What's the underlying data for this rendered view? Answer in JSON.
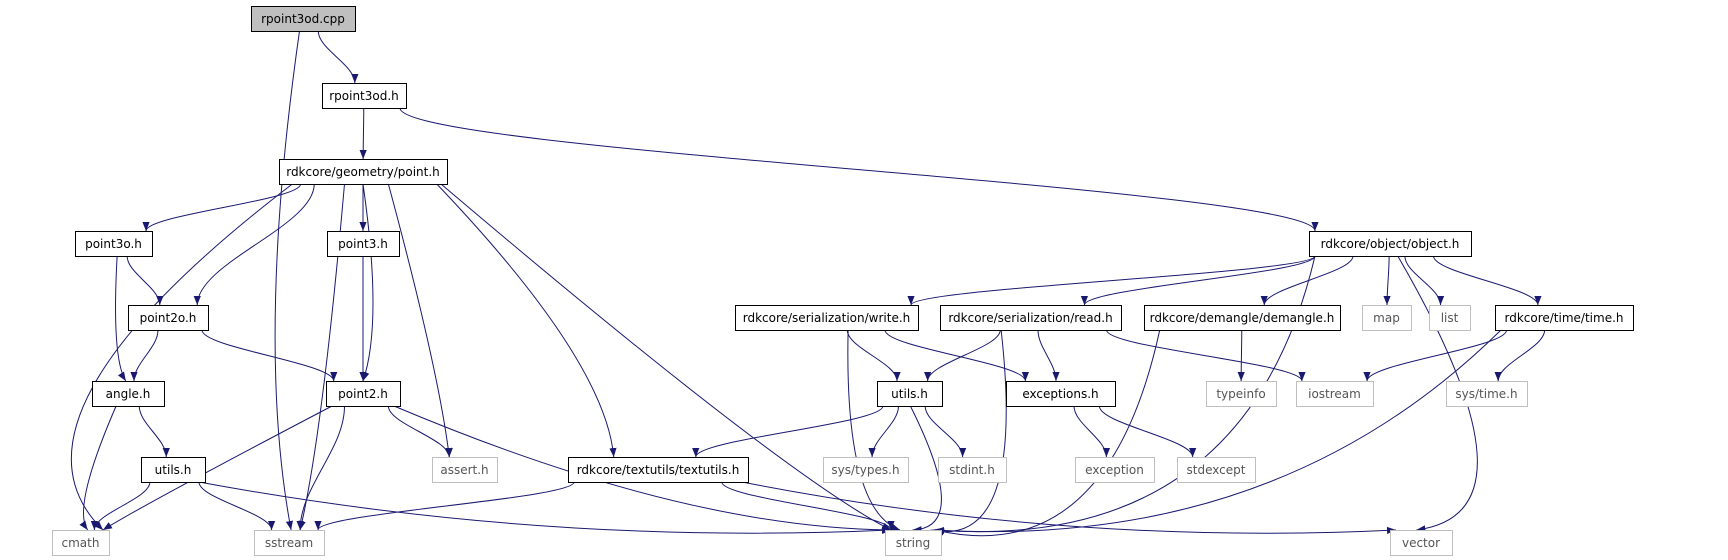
{
  "colors": {
    "edge": "#191970",
    "box_border_internal": "#000000",
    "box_border_external": "#bfbfbf",
    "root_fill": "#bfbfbf",
    "text_internal": "#000000",
    "text_external": "#555555"
  },
  "nodes": [
    {
      "id": "rpoint3od_cpp",
      "label": "rpoint3od.cpp",
      "kind": "root"
    },
    {
      "id": "rpoint3od_h",
      "label": "rpoint3od.h",
      "kind": "internal"
    },
    {
      "id": "point_h",
      "label": "rdkcore/geometry/point.h",
      "kind": "internal"
    },
    {
      "id": "object_h",
      "label": "rdkcore/object/object.h",
      "kind": "internal"
    },
    {
      "id": "point3o_h",
      "label": "point3o.h",
      "kind": "internal"
    },
    {
      "id": "point3_h",
      "label": "point3.h",
      "kind": "internal"
    },
    {
      "id": "point2o_h",
      "label": "point2o.h",
      "kind": "internal"
    },
    {
      "id": "angle_h",
      "label": "angle.h",
      "kind": "internal"
    },
    {
      "id": "point2_h",
      "label": "point2.h",
      "kind": "internal"
    },
    {
      "id": "utils_h_l",
      "label": "utils.h",
      "kind": "internal"
    },
    {
      "id": "assert_h",
      "label": "assert.h",
      "kind": "external"
    },
    {
      "id": "cmath",
      "label": "cmath",
      "kind": "external"
    },
    {
      "id": "sstream",
      "label": "sstream",
      "kind": "external"
    },
    {
      "id": "textutils_h",
      "label": "rdkcore/textutils/textutils.h",
      "kind": "internal"
    },
    {
      "id": "string",
      "label": "string",
      "kind": "external"
    },
    {
      "id": "write_h",
      "label": "rdkcore/serialization/write.h",
      "kind": "internal"
    },
    {
      "id": "read_h",
      "label": "rdkcore/serialization/read.h",
      "kind": "internal"
    },
    {
      "id": "demangle_h",
      "label": "rdkcore/demangle/demangle.h",
      "kind": "internal"
    },
    {
      "id": "map",
      "label": "map",
      "kind": "external"
    },
    {
      "id": "list",
      "label": "list",
      "kind": "external"
    },
    {
      "id": "time_h",
      "label": "rdkcore/time/time.h",
      "kind": "internal"
    },
    {
      "id": "utils_h_m",
      "label": "utils.h",
      "kind": "internal"
    },
    {
      "id": "exceptions_h",
      "label": "exceptions.h",
      "kind": "internal"
    },
    {
      "id": "typeinfo",
      "label": "typeinfo",
      "kind": "external"
    },
    {
      "id": "iostream",
      "label": "iostream",
      "kind": "external"
    },
    {
      "id": "sys_time_h",
      "label": "sys/time.h",
      "kind": "external"
    },
    {
      "id": "sys_types_h",
      "label": "sys/types.h",
      "kind": "external"
    },
    {
      "id": "stdint_h",
      "label": "stdint.h",
      "kind": "external"
    },
    {
      "id": "exception",
      "label": "exception",
      "kind": "external"
    },
    {
      "id": "stdexcept",
      "label": "stdexcept",
      "kind": "external"
    },
    {
      "id": "vector",
      "label": "vector",
      "kind": "external"
    }
  ],
  "edges": [
    [
      "rpoint3od_cpp",
      "rpoint3od_h"
    ],
    [
      "rpoint3od_cpp",
      "sstream"
    ],
    [
      "rpoint3od_h",
      "point_h"
    ],
    [
      "rpoint3od_h",
      "object_h"
    ],
    [
      "point_h",
      "point3o_h"
    ],
    [
      "point_h",
      "point3_h"
    ],
    [
      "point_h",
      "point2o_h"
    ],
    [
      "point_h",
      "point2_h"
    ],
    [
      "point_h",
      "assert_h"
    ],
    [
      "point_h",
      "cmath"
    ],
    [
      "point_h",
      "sstream"
    ],
    [
      "point_h",
      "string"
    ],
    [
      "point_h",
      "textutils_h"
    ],
    [
      "point3o_h",
      "point2o_h"
    ],
    [
      "point3o_h",
      "angle_h"
    ],
    [
      "point3_h",
      "point2_h"
    ],
    [
      "point2o_h",
      "angle_h"
    ],
    [
      "point2o_h",
      "point2_h"
    ],
    [
      "angle_h",
      "utils_h_l"
    ],
    [
      "angle_h",
      "cmath"
    ],
    [
      "point2_h",
      "assert_h"
    ],
    [
      "point2_h",
      "cmath"
    ],
    [
      "point2_h",
      "sstream"
    ],
    [
      "point2_h",
      "string"
    ],
    [
      "utils_h_l",
      "cmath"
    ],
    [
      "utils_h_l",
      "sstream"
    ],
    [
      "utils_h_l",
      "string"
    ],
    [
      "textutils_h",
      "sstream"
    ],
    [
      "textutils_h",
      "string"
    ],
    [
      "textutils_h",
      "vector"
    ],
    [
      "object_h",
      "write_h"
    ],
    [
      "object_h",
      "read_h"
    ],
    [
      "object_h",
      "demangle_h"
    ],
    [
      "object_h",
      "map"
    ],
    [
      "object_h",
      "list"
    ],
    [
      "object_h",
      "time_h"
    ],
    [
      "object_h",
      "string"
    ],
    [
      "object_h",
      "vector"
    ],
    [
      "write_h",
      "utils_h_m"
    ],
    [
      "write_h",
      "exceptions_h"
    ],
    [
      "write_h",
      "string"
    ],
    [
      "read_h",
      "utils_h_m"
    ],
    [
      "read_h",
      "exceptions_h"
    ],
    [
      "read_h",
      "iostream"
    ],
    [
      "read_h",
      "string"
    ],
    [
      "demangle_h",
      "typeinfo"
    ],
    [
      "demangle_h",
      "string"
    ],
    [
      "time_h",
      "iostream"
    ],
    [
      "time_h",
      "sys_time_h"
    ],
    [
      "time_h",
      "string"
    ],
    [
      "utils_h_m",
      "textutils_h"
    ],
    [
      "utils_h_m",
      "sys_types_h"
    ],
    [
      "utils_h_m",
      "stdint_h"
    ],
    [
      "utils_h_m",
      "string"
    ],
    [
      "exceptions_h",
      "exception"
    ],
    [
      "exceptions_h",
      "stdexcept"
    ]
  ]
}
